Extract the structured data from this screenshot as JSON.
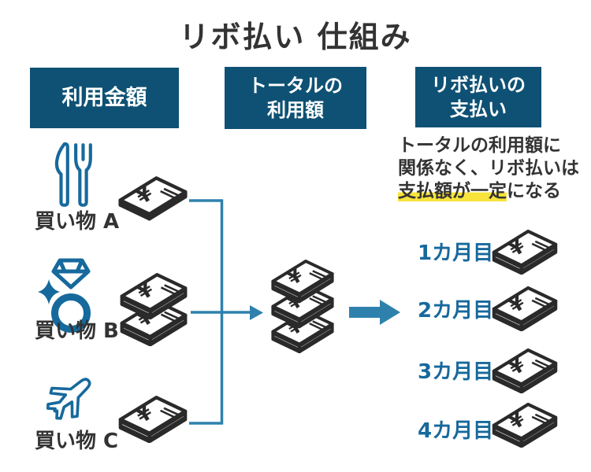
{
  "title": "リボ払い 仕組み",
  "currency_symbol": "¥",
  "colors": {
    "header_bg": "#0e5174",
    "accent_blue": "#17699c",
    "wire_blue": "#2f81ad",
    "highlight_yellow": "#f7e33c",
    "text_dark": "#333333",
    "money_outline": "#2a2a2a"
  },
  "headers": {
    "usage_amount": {
      "line1": "利用金額"
    },
    "total_usage": {
      "line1": "トータルの",
      "line2": "利用額"
    },
    "revolving_payment": {
      "line1": "リボ払いの",
      "line2": "支払い"
    }
  },
  "purchases": [
    {
      "label": "買い物 A",
      "icon": "cutlery-icon",
      "stacks": 1
    },
    {
      "label": "買い物 B",
      "icon": "ring-icon",
      "stacks": 2
    },
    {
      "label": "買い物 C",
      "icon": "airplane-icon",
      "stacks": 1
    }
  ],
  "total_stacks": 3,
  "note": {
    "line1": "トータルの利用額に",
    "line2": "関係なく、リボ払いは",
    "line3_highlighted": "支払額が一定",
    "line3_rest": "になる"
  },
  "months": [
    {
      "label": "1カ月目"
    },
    {
      "label": "2カ月目"
    },
    {
      "label": "3カ月目"
    },
    {
      "label": "4カ月目"
    }
  ]
}
